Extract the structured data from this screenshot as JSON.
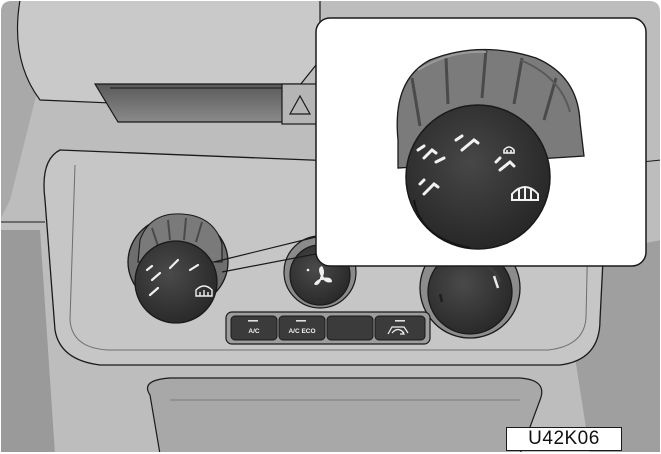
{
  "buttons": {
    "ac_label": "A/C",
    "ac_eco_label": "A/C ECO",
    "recirc_icon": "recirculation-icon"
  },
  "figure_code": "U42K06",
  "colors": {
    "panel": "#bdbdbd",
    "panel_light": "#d4d4d4",
    "panel_dark": "#8e8e8e",
    "knob_face": "#3a3a3a",
    "button": "#3b3b3b",
    "outline": "#1a1a1a"
  }
}
